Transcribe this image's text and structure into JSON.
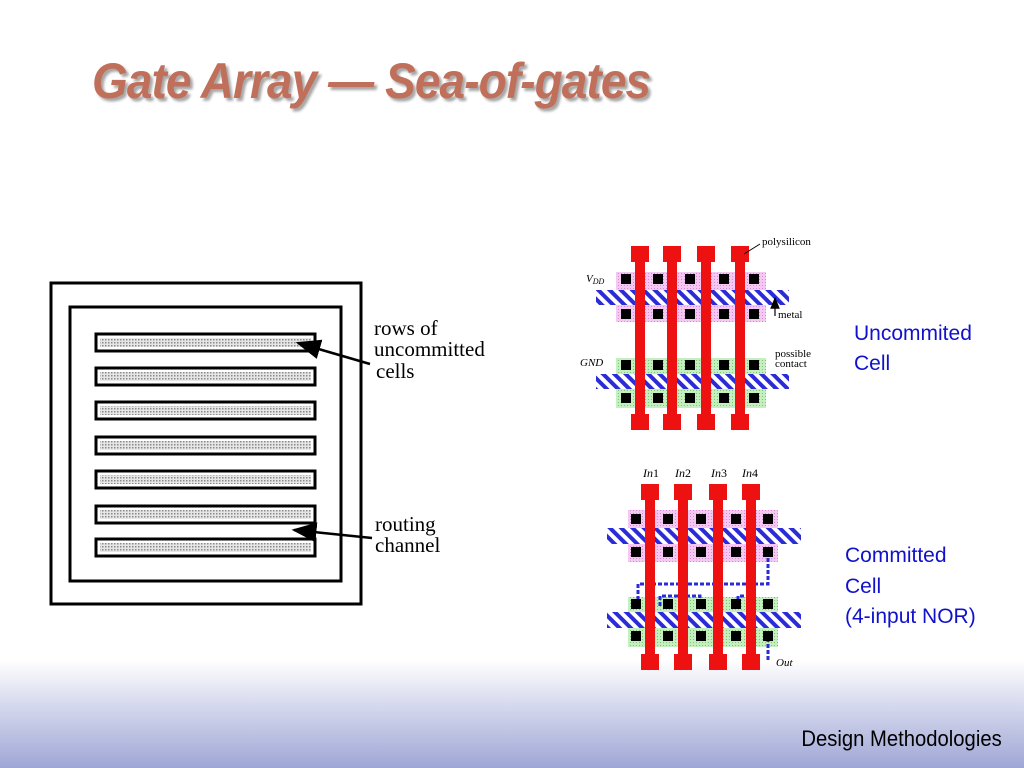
{
  "slide": {
    "title": "Gate Array — Sea-of-gates",
    "footer": "Design Methodologies"
  },
  "floorplan": {
    "label_rows": [
      "rows of",
      "uncommitted",
      "cells"
    ],
    "label_channel": [
      "routing",
      "channel"
    ]
  },
  "uncommitted_cell": {
    "caption": [
      "Uncommited",
      "Cell"
    ],
    "label_polysilicon": "polysilicon",
    "label_vdd_main": "V",
    "label_vdd_sub": "DD",
    "label_gnd": "GND",
    "label_metal": "metal",
    "label_contact": [
      "possible",
      "contact"
    ]
  },
  "committed_cell": {
    "caption": [
      "Committed",
      "Cell",
      "(4-input NOR)"
    ],
    "inputs": [
      {
        "italic": "In",
        "num": "1"
      },
      {
        "italic": "In",
        "num": "2"
      },
      {
        "italic": "In",
        "num": "3"
      },
      {
        "italic": "In",
        "num": "4"
      }
    ],
    "label_out": "Out"
  },
  "colors": {
    "title": "#c0705a",
    "poly": "#ee1111",
    "metal": "#2b2bd8",
    "pdiff": "#f2b8f0",
    "ndiff": "#b5ecb0",
    "contact": "#000000"
  }
}
